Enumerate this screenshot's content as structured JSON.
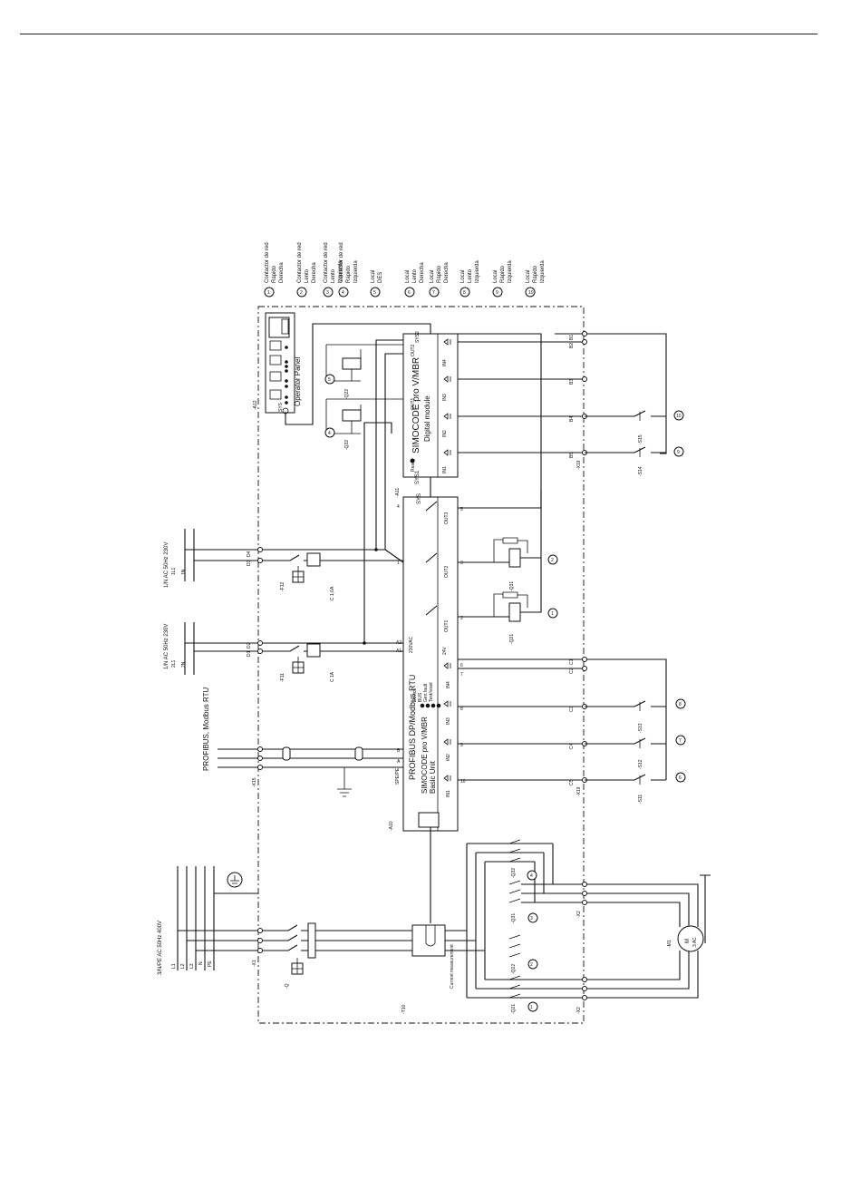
{
  "legend": [
    {
      "num": "1",
      "lines": [
        "Contactor de red",
        "Rápido",
        "Derecha"
      ]
    },
    {
      "num": "2",
      "lines": [
        "Contactor de red",
        "Lento",
        "Derecha"
      ]
    },
    {
      "num": "3",
      "lines": [
        "Contactor de red",
        "Lento",
        "Izquierda"
      ]
    },
    {
      "num": "4",
      "lines": [
        "Contactor de red",
        "Rápido",
        "Izquierda"
      ]
    },
    {
      "num": "5",
      "lines": [
        "Local",
        "DES"
      ]
    },
    {
      "num": "6",
      "lines": [
        "Local",
        "Lento",
        "Derecha"
      ]
    },
    {
      "num": "7",
      "lines": [
        "Local",
        "Rápido",
        "Derecha"
      ]
    },
    {
      "num": "8",
      "lines": [
        "Local",
        "Lento",
        "Izquierda"
      ]
    },
    {
      "num": "9",
      "lines": [
        "Local",
        "Rápido",
        "Izquierda"
      ]
    },
    {
      "num": "10",
      "lines": [
        "Local",
        "Rápido",
        "Izquierda"
      ]
    }
  ],
  "modules": {
    "operator_panel": {
      "label": "Operator Panel",
      "ref": "-A12",
      "port": "SYS"
    },
    "digital_module": {
      "title": "SIMOCODE pro V/MBR",
      "subtitle": "Digital module",
      "ref": "-A11",
      "outputs": [
        "OUT1",
        "OUT2"
      ],
      "inputs": [
        "IN1",
        "IN2",
        "IN3",
        "IN4"
      ],
      "ready": "Ready",
      "system": "SYS1",
      "sys2": "SYS2"
    },
    "basic_unit": {
      "title": "PROFIBUS DP/Modbus RTU",
      "model": "SIMOCODE pro V/MBR",
      "subtitle": "Basic Unit",
      "ref": "-A10",
      "leds": [
        "Device",
        "BUS",
        "Gen.fault",
        "Test/reset"
      ],
      "supply": "230VAC",
      "sensor": "24V",
      "outputs": [
        "OUT1",
        "OUT2",
        "OUT3"
      ],
      "inputs": [
        "IN1",
        "IN2",
        "IN3",
        "IN4"
      ],
      "port": "SYS"
    },
    "current_measurement": {
      "label": "Current measurement",
      "ref": "-T10"
    }
  },
  "supplies": {
    "control_1": {
      "label": "1/N AC 50Hz 230V",
      "lines": [
        "1L1",
        "1N"
      ]
    },
    "control_2": {
      "label": "1/N AC 50Hz 230V",
      "lines": [
        "2L1",
        "2N"
      ]
    },
    "main": {
      "label": "3/N/PE AC 50Hz 400V",
      "lines": [
        "L1",
        "L2",
        "L3",
        "N",
        "PE"
      ]
    },
    "bus": {
      "label": "PROFIBUS, Modbus RTU",
      "ref": "-X15"
    }
  },
  "devices": {
    "fuse_1": {
      "ref": "-F11",
      "rating": "C 1A"
    },
    "fuse_2": {
      "ref": "-F12",
      "rating": "C 1,6A"
    },
    "main_switch": {
      "ref": "-Q"
    },
    "contactors": [
      "-Q21",
      "-Q22",
      "-Q31",
      "-Q32"
    ],
    "pushbuttons": [
      "-S11",
      "-S12",
      "-S13",
      "-S14",
      "-S15"
    ],
    "motor": {
      "ref": "-M1",
      "label": "M",
      "phases": "3 AC"
    },
    "terminals": [
      "-X1",
      "-X2",
      "-X19"
    ]
  },
  "terminal_labels": {
    "supply": [
      "D1",
      "D2",
      "D3",
      "D4"
    ],
    "x19_basic": [
      "C1",
      "C2",
      "C3",
      "C4",
      "C5"
    ],
    "x19_digital": [
      "B1",
      "B2",
      "B3",
      "B4",
      "B5"
    ],
    "basic_pins": [
      "A1",
      "A2",
      "1",
      "2",
      "3",
      "4",
      "5",
      "6",
      "7",
      "8",
      "9",
      "10"
    ],
    "bus_pins": [
      "B",
      "A",
      "SPE/PE"
    ]
  }
}
